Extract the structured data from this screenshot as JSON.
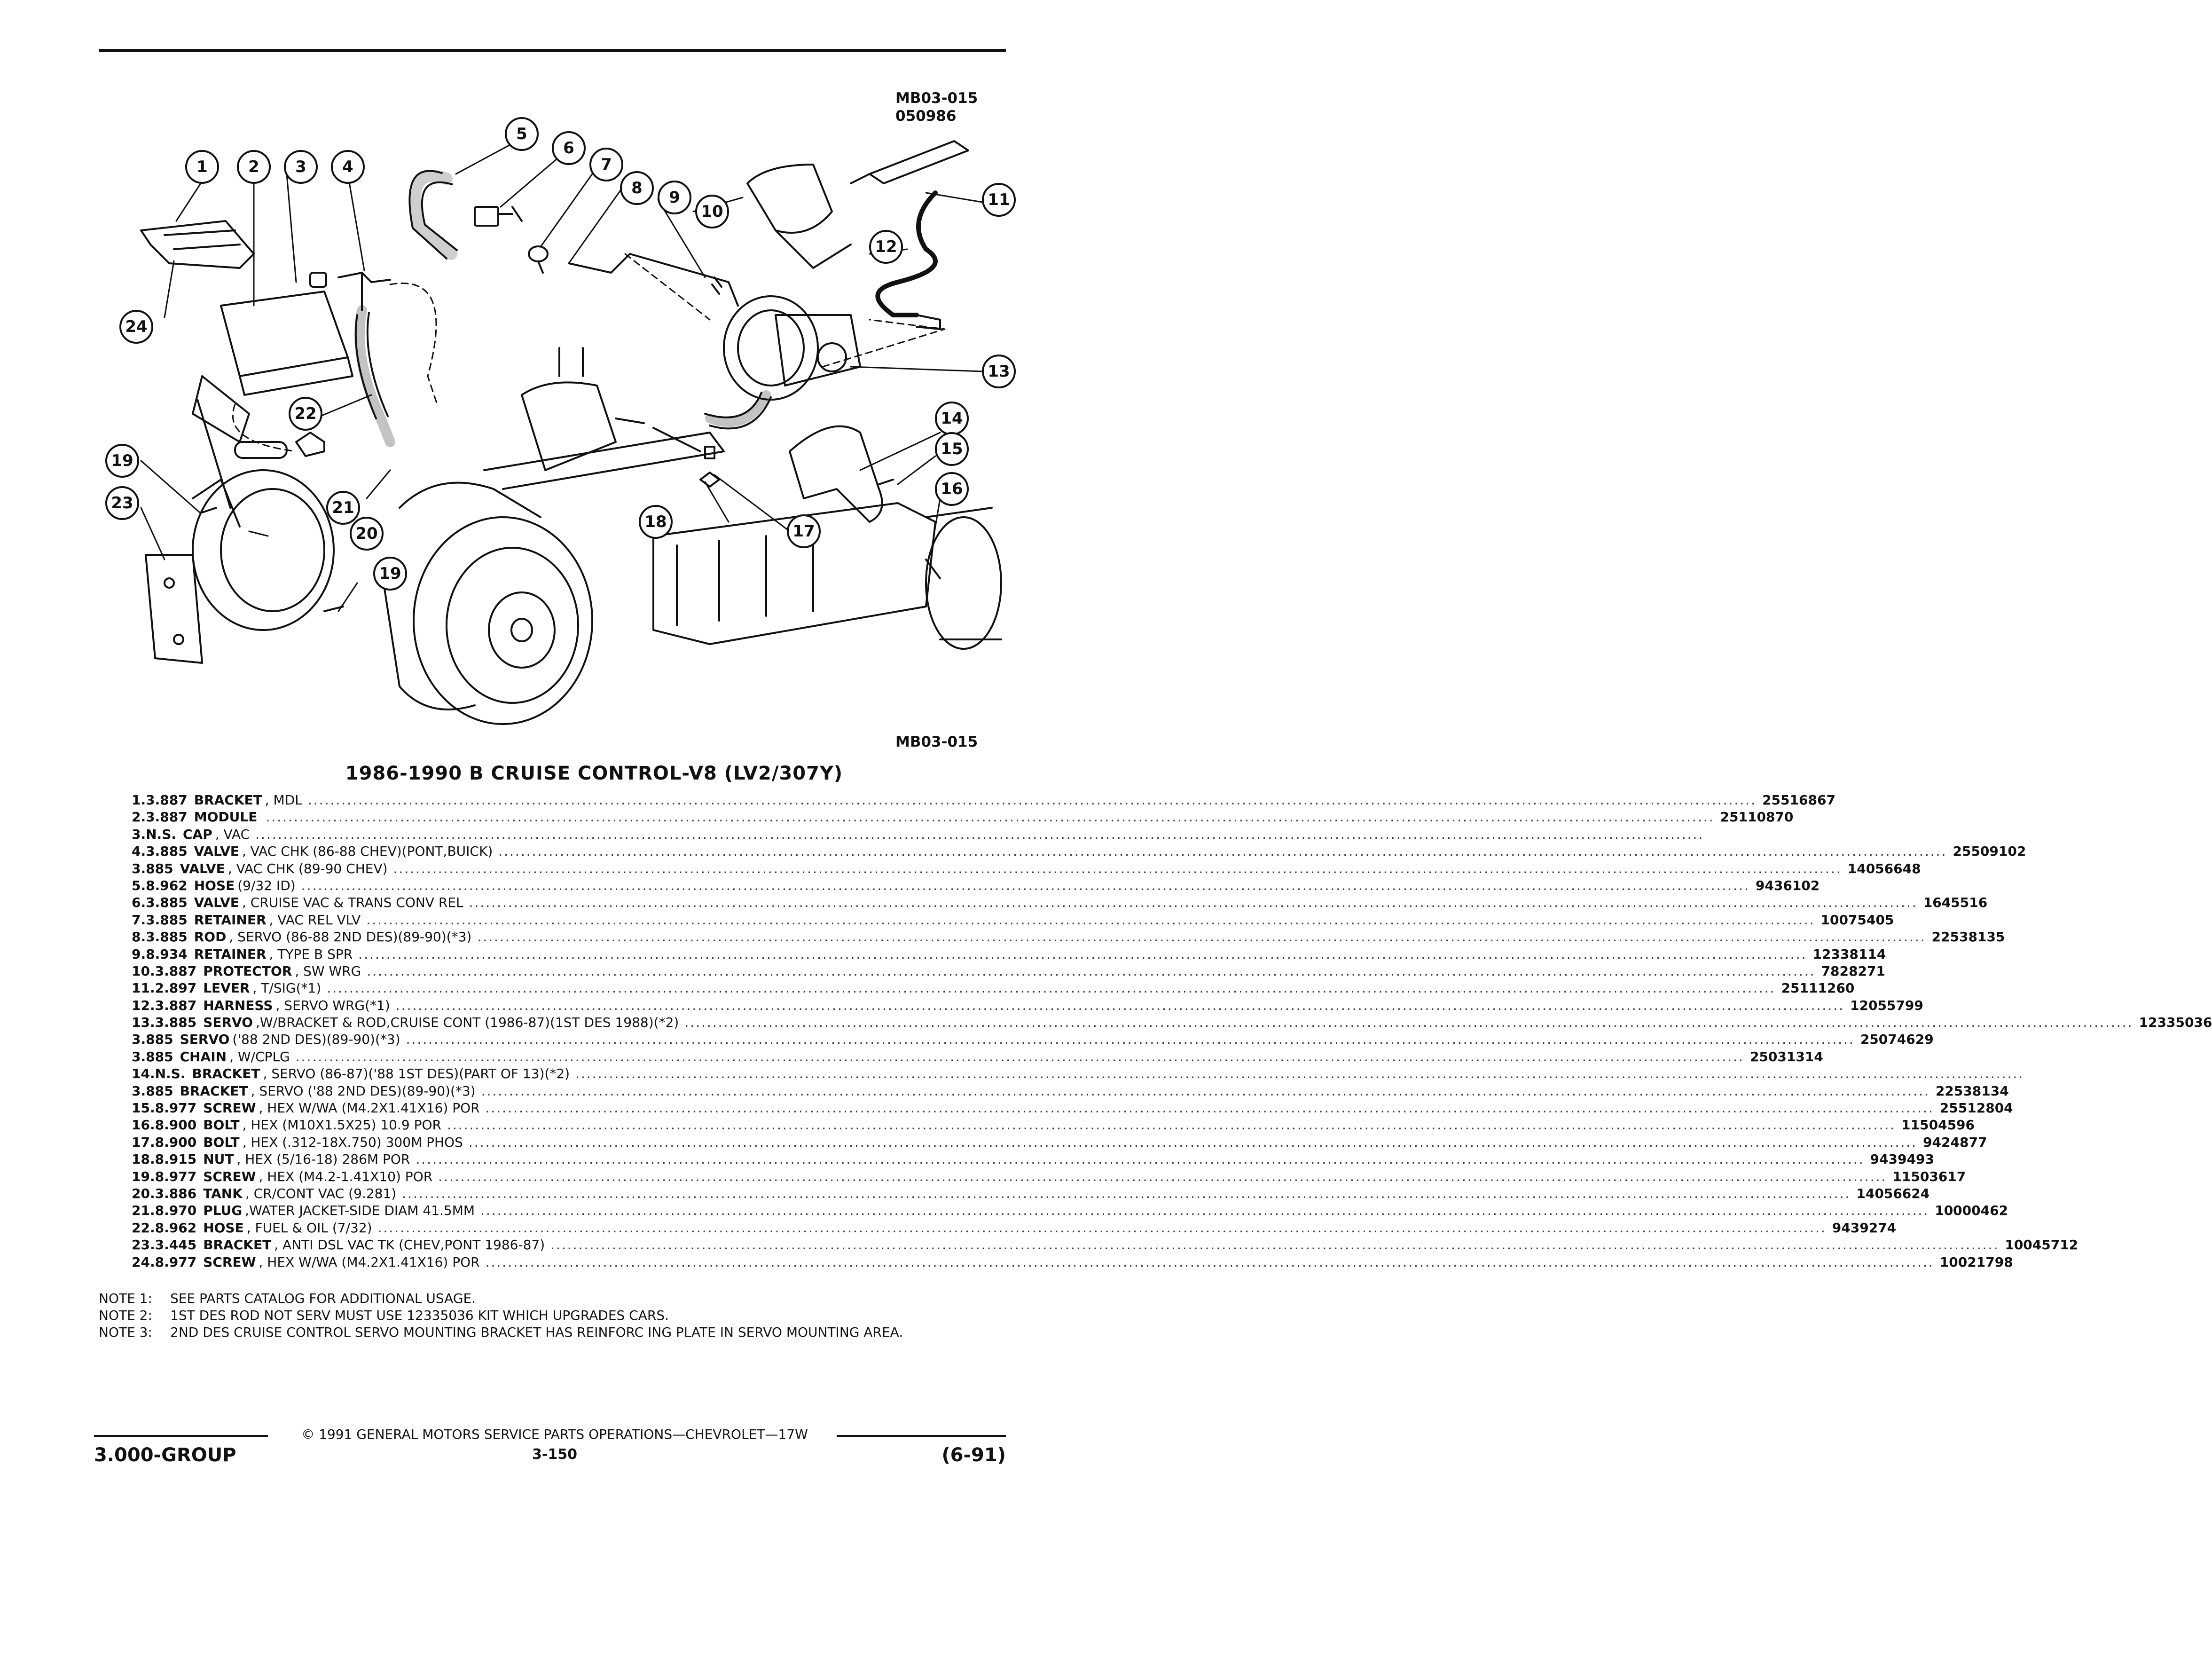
{
  "figure": {
    "id_top": "MB03-015",
    "date_code": "050986",
    "id_bottom": "MB03-015",
    "callouts": [
      "1",
      "2",
      "3",
      "4",
      "5",
      "6",
      "7",
      "8",
      "9",
      "10",
      "11",
      "12",
      "13",
      "14",
      "15",
      "16",
      "17",
      "18",
      "19",
      "19",
      "20",
      "21",
      "22",
      "23",
      "24"
    ]
  },
  "title": "1986-1990 B CRUISE CONTROL-V8 (LV2/307Y)",
  "parts": [
    {
      "num": "1.",
      "group": "3.887",
      "name": "BRACKET",
      "desc": ", MDL",
      "pn": "25516867"
    },
    {
      "num": "2.",
      "group": "3.887",
      "name": "MODULE",
      "desc": "",
      "pn": "25110870"
    },
    {
      "num": "3.",
      "group": "N.S.",
      "name": "CAP",
      "desc": ", VAC",
      "pn": ""
    },
    {
      "num": "4.",
      "group": "3.885",
      "name": "VALVE",
      "desc": ", VAC CHK (86-88 CHEV)(PONT,BUICK)",
      "pn": "25509102"
    },
    {
      "num": "",
      "group": "3.885",
      "name": "VALVE",
      "desc": ", VAC CHK (89-90 CHEV)",
      "pn": "14056648"
    },
    {
      "num": "5.",
      "group": "8.962",
      "name": "HOSE",
      "desc": "(9/32 ID)",
      "pn": "9436102"
    },
    {
      "num": "6.",
      "group": "3.885",
      "name": "VALVE",
      "desc": ", CRUISE VAC & TRANS CONV REL",
      "pn": "1645516"
    },
    {
      "num": "7.",
      "group": "3.885",
      "name": "RETAINER",
      "desc": ", VAC REL VLV",
      "pn": "10075405"
    },
    {
      "num": "8.",
      "group": "3.885",
      "name": "ROD",
      "desc": ", SERVO (86-88 2ND DES)(89-90)(*3)",
      "pn": "22538135"
    },
    {
      "num": "9.",
      "group": "8.934",
      "name": "RETAINER",
      "desc": ", TYPE B SPR",
      "pn": "12338114"
    },
    {
      "num": "10.",
      "group": "3.887",
      "name": "PROTECTOR",
      "desc": ", SW WRG",
      "pn": "7828271"
    },
    {
      "num": "11.",
      "group": "2.897",
      "name": "LEVER",
      "desc": ", T/SIG(*1)",
      "pn": "25111260"
    },
    {
      "num": "12.",
      "group": "3.887",
      "name": "HARNESS",
      "desc": ", SERVO WRG(*1)",
      "pn": "12055799"
    },
    {
      "num": "13.",
      "group": "3.885",
      "name": "SERVO",
      "desc": ",W/BRACKET & ROD,CRUISE CONT (1986-87)(1ST DES 1988)(*2)",
      "pn": "12335036"
    },
    {
      "num": "",
      "group": "3.885",
      "name": "SERVO",
      "desc": "('88 2ND DES)(89-90)(*3)",
      "pn": "25074629"
    },
    {
      "num": "",
      "group": "3.885",
      "name": "CHAIN",
      "desc": ", W/CPLG",
      "pn": "25031314"
    },
    {
      "num": "14.",
      "group": "N.S.",
      "name": "BRACKET",
      "desc": ", SERVO (86-87)('88 1ST DES)(PART OF 13)(*2)",
      "pn": ""
    },
    {
      "num": "",
      "group": "3.885",
      "name": "BRACKET",
      "desc": ", SERVO ('88 2ND DES)(89-90)(*3)",
      "pn": "22538134"
    },
    {
      "num": "15.",
      "group": "8.977",
      "name": "SCREW",
      "desc": ", HEX W/WA (M4.2X1.41X16) POR",
      "pn": "25512804"
    },
    {
      "num": "16.",
      "group": "8.900",
      "name": "BOLT",
      "desc": ", HEX (M10X1.5X25) 10.9 POR",
      "pn": "11504596"
    },
    {
      "num": "17.",
      "group": "8.900",
      "name": "BOLT",
      "desc": ", HEX (.312-18X.750) 300M PHOS",
      "pn": "9424877"
    },
    {
      "num": "18.",
      "group": "8.915",
      "name": "NUT",
      "desc": ", HEX (5/16-18) 286M POR",
      "pn": "9439493"
    },
    {
      "num": "19.",
      "group": "8.977",
      "name": "SCREW",
      "desc": ", HEX (M4.2-1.41X10) POR",
      "pn": "11503617"
    },
    {
      "num": "20.",
      "group": "3.886",
      "name": "TANK",
      "desc": ", CR/CONT VAC (9.281)",
      "pn": "14056624"
    },
    {
      "num": "21.",
      "group": "8.970",
      "name": "PLUG",
      "desc": ",WATER JACKET-SIDE DIAM 41.5MM",
      "pn": "10000462"
    },
    {
      "num": "22.",
      "group": "8.962",
      "name": "HOSE",
      "desc": ", FUEL & OIL (7/32)",
      "pn": "9439274"
    },
    {
      "num": "23.",
      "group": "3.445",
      "name": "BRACKET",
      "desc": ", ANTI DSL VAC TK (CHEV,PONT 1986-87)",
      "pn": "10045712"
    },
    {
      "num": "24.",
      "group": "8.977",
      "name": "SCREW",
      "desc": ", HEX W/WA (M4.2X1.41X16) POR",
      "pn": "10021798"
    }
  ],
  "notes": [
    {
      "label": "NOTE  1:",
      "text": "SEE PARTS CATALOG FOR ADDITIONAL USAGE."
    },
    {
      "label": "NOTE  2:",
      "text": "1ST DES ROD NOT SERV MUST USE 12335036 KIT WHICH UPGRADES CARS."
    },
    {
      "label": "NOTE  3:",
      "text": "2ND DES CRUISE CONTROL SERVO MOUNTING BRACKET HAS REINFORC ING PLATE IN SERVO MOUNTING AREA."
    }
  ],
  "footer": {
    "copyright": "© 1991 GENERAL MOTORS SERVICE PARTS OPERATIONS—CHEVROLET—17W",
    "group": "3.000-GROUP",
    "page": "3-150",
    "date": "(6-91)"
  }
}
